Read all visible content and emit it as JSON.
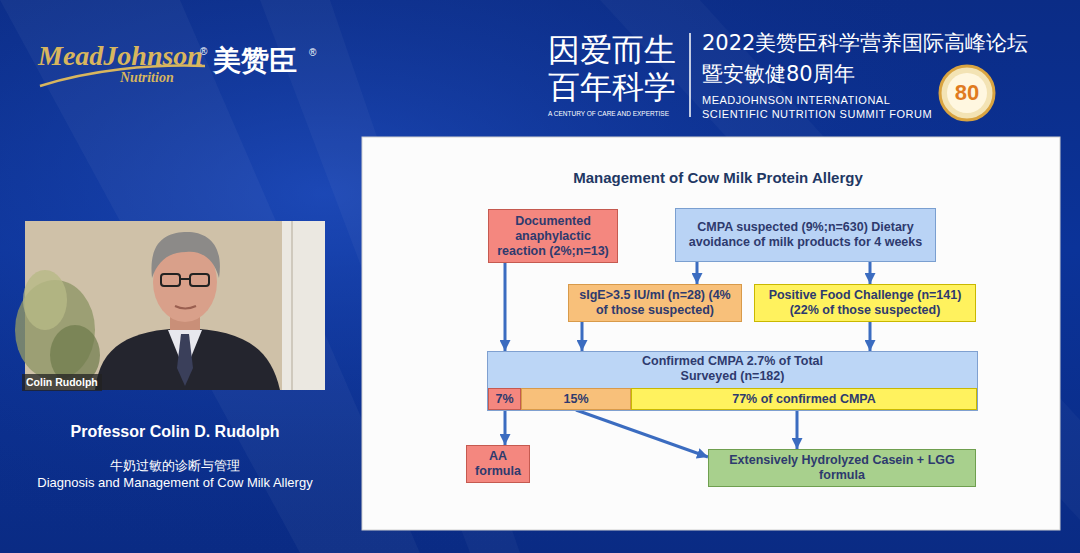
{
  "diagram": {
    "title": "Management of Cow Milk Protein Allergy",
    "nodes": [
      {
        "text": [
          "Documented anaphylactic reaction (2%;n=13)"
        ]
      },
      {
        "text": [
          "CMPA suspected (9%;n=630) Dietary avoidance of milk products for 4 weeks"
        ]
      },
      {
        "text": [
          "sIgE>3.5 IU/ml (n=28) (4% of those suspected)"
        ]
      },
      {
        "text": [
          "Positive Food Challenge (n=141) (22% of those suspected)"
        ]
      },
      {
        "text": [
          "Confirmed CMPA 2.7% of Total Surveyed (n=182)"
        ]
      },
      {
        "text": [
          "7%"
        ],
        "in": 4
      },
      {
        "text": [
          "15%"
        ],
        "in": 4
      },
      {
        "text": [
          "77% of confirmed CMPA"
        ],
        "in": 4
      },
      {
        "text": [
          "AA formula"
        ]
      },
      {
        "text": [
          "Extensively Hydrolyzed Casein + LGG formula"
        ]
      }
    ],
    "edges": [
      {
        "from": 0,
        "to": 4,
        "arrow": "to"
      },
      {
        "from": 1,
        "to": 2,
        "arrow": "to"
      },
      {
        "from": 1,
        "to": 3,
        "arrow": "to"
      },
      {
        "from": 2,
        "to": 4,
        "arrow": "to"
      },
      {
        "from": 3,
        "to": 4,
        "arrow": "to"
      },
      {
        "from": 5,
        "to": 8,
        "arrow": "to"
      },
      {
        "from": 6,
        "to": 9,
        "arrow": "to"
      },
      {
        "from": 7,
        "to": 9,
        "arrow": "to"
      }
    ],
    "labels": [
      "MeadJohnson",
      "®",
      "Nutrition",
      "美赞臣",
      "®",
      "因爱而生",
      "百年科学",
      "A CENTURY OF CARE AND EXPERTISE",
      "2022美赞臣科学营养国际高峰论坛",
      "暨安敏健80周年",
      "MEADJOHNSON INTERNATIONAL",
      "SCIENTIFIC NUTRITION SUMMIT FORUM",
      "80",
      "Colin Rudolph",
      "Professor Colin D. Rudolph",
      "牛奶过敏的诊断与管理",
      "Diagnosis and Management of Cow Milk Allergy"
    ]
  }
}
